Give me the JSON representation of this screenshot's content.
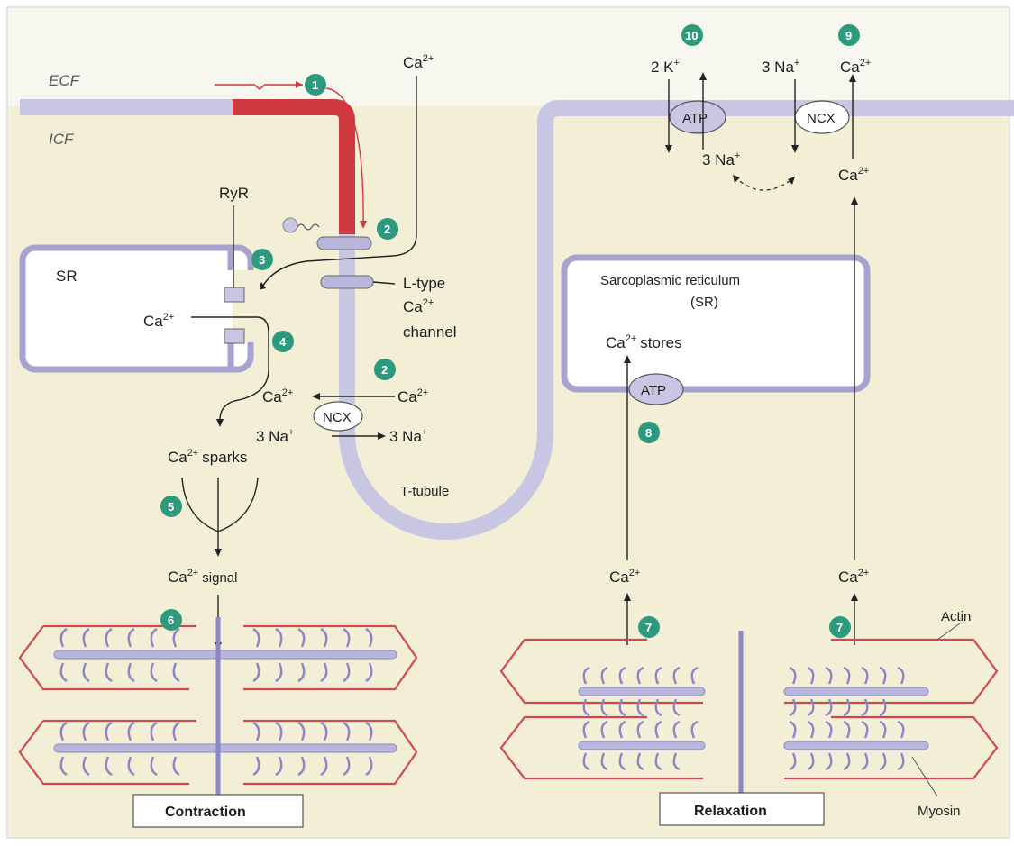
{
  "labels": {
    "ecf": "ECF",
    "icf": "ICF",
    "ryr": "RyR",
    "sr": "SR",
    "ca": "Ca",
    "ca_sup": "2+",
    "ltype_1": "L-type",
    "ltype_ca": "Ca",
    "ltype_3": "channel",
    "ncx": "NCX",
    "three_na": "3 Na",
    "na_sup": "+",
    "sparks": "sparks",
    "signal": "signal",
    "ttubule": "T-tubule",
    "atp": "ATP",
    "two_k": "2 K",
    "sarco_1": "Sarcoplasmic reticulum",
    "sarco_2": "(SR)",
    "stores": "stores",
    "actin": "Actin",
    "myosin": "Myosin",
    "contraction": "Contraction",
    "relaxation": "Relaxation"
  },
  "steps": [
    "1",
    "2",
    "2",
    "3",
    "4",
    "5",
    "6",
    "7",
    "7",
    "8",
    "9",
    "10"
  ],
  "colors": {
    "background_cell": "#f2efd6",
    "background_outside": "#f7f6ef",
    "membrane": "#c9c6e4",
    "membrane_edge": "#a7a3cf",
    "depolarization": "#d0393f",
    "step_badge": "#2e9a7d",
    "actin": "#cf4a4f",
    "myosin": "#8b86c4"
  }
}
